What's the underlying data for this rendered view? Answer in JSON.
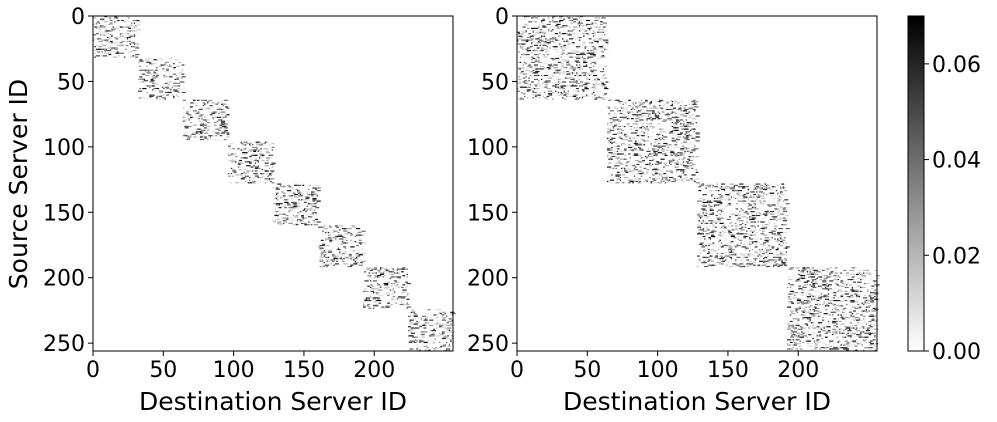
{
  "chart_data": [
    {
      "type": "heatmap",
      "title": "",
      "xlabel": "Destination Server ID",
      "ylabel": "Source Server ID",
      "xlim": [
        0,
        256
      ],
      "ylim": [
        256,
        0
      ],
      "xticks": [
        "0",
        "50",
        "100",
        "150",
        "200"
      ],
      "xtick_values": [
        0,
        50,
        100,
        150,
        200
      ],
      "yticks": [
        "0",
        "50",
        "100",
        "150",
        "200",
        "250"
      ],
      "ytick_values": [
        0,
        50,
        100,
        150,
        200,
        250
      ],
      "block_size": 32,
      "block_count": 8,
      "blocks": [
        [
          0,
          32
        ],
        [
          32,
          64
        ],
        [
          64,
          96
        ],
        [
          96,
          128
        ],
        [
          128,
          160
        ],
        [
          160,
          192
        ],
        [
          192,
          224
        ],
        [
          224,
          256
        ]
      ],
      "pattern": "block-diagonal with 8 blocks of 32 servers along the diagonal"
    },
    {
      "type": "heatmap",
      "title": "",
      "xlabel": "Destination Server ID",
      "ylabel": "",
      "xlim": [
        0,
        256
      ],
      "ylim": [
        256,
        0
      ],
      "xticks": [
        "0",
        "50",
        "100",
        "150",
        "200"
      ],
      "xtick_values": [
        0,
        50,
        100,
        150,
        200
      ],
      "yticks": [
        "0",
        "50",
        "100",
        "150",
        "200",
        "250"
      ],
      "ytick_values": [
        0,
        50,
        100,
        150,
        200,
        250
      ],
      "block_size": 64,
      "block_count": 4,
      "blocks": [
        [
          0,
          64
        ],
        [
          64,
          128
        ],
        [
          128,
          192
        ],
        [
          192,
          256
        ]
      ],
      "pattern": "block-diagonal with 4 blocks of 64 servers along the diagonal"
    }
  ],
  "colorbar": {
    "ticks": [
      "0.00",
      "0.02",
      "0.04",
      "0.06"
    ],
    "tick_values": [
      0.0,
      0.02,
      0.04,
      0.06
    ],
    "range": [
      0.0,
      0.07
    ],
    "colormap": "white-to-black (Greys)",
    "color_low": "#ffffff",
    "color_high": "#000000"
  }
}
